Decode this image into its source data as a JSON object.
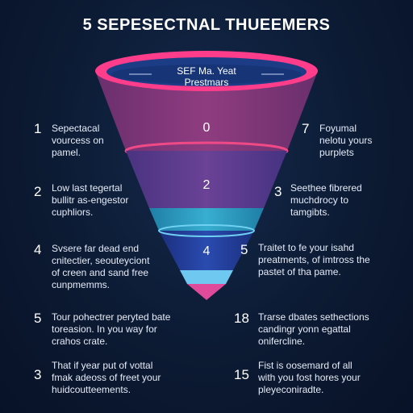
{
  "title": "5 SEPESECTNAL THUEEMERS",
  "rim": {
    "line1": "SEF Ma. Yeat",
    "line2": "Prestmars"
  },
  "center_numbers": [
    "0",
    "2",
    "4"
  ],
  "left_items": [
    {
      "num": "1",
      "lines": [
        "Sepectacal",
        "vourcess on",
        "pamel."
      ]
    },
    {
      "num": "2",
      "lines": [
        "Low last tegertal",
        "bullitr as-engestor",
        "cuphliors."
      ]
    },
    {
      "num": "4",
      "lines": [
        "Svsere far dead end",
        "cnitectier, seouteyciont",
        "of creen and sand free",
        "cunpmemms."
      ]
    },
    {
      "num": "5",
      "lines": [
        "Tour pohectrer peryted bate",
        "toreasion. In you way for",
        "crahos crate."
      ]
    },
    {
      "num": "3",
      "lines": [
        "That if year put of vottal",
        "fmak adeoss of freet your",
        "huidcoutteements."
      ]
    }
  ],
  "right_items": [
    {
      "num": "7",
      "lines": [
        "Foyumal",
        "nelotu yours",
        "purplets"
      ]
    },
    {
      "num": "3",
      "lines": [
        "Seethee fibrered",
        "muchdrocy to",
        "tamgibts."
      ]
    },
    {
      "num": "5",
      "lines": [
        "Traitet to fe your isahd",
        "preatments, of imtross the",
        "pastet of tha pame."
      ]
    },
    {
      "num": "18",
      "lines": [
        "Trarse dbates sethections",
        "candingr yonn egattal",
        "onifercline."
      ]
    },
    {
      "num": "15",
      "lines": [
        "Fist is oosemard of all",
        "with you fost hores your",
        "pleyeconiradte."
      ]
    }
  ],
  "colors": {
    "rim": "#ff3d8b",
    "band_top": "#8a3a7c",
    "band_mid": "#5b3d8c",
    "band_teal": "#2f9cc0",
    "band_blue": "#233f98",
    "band_light": "#6fc8f0",
    "tip": "#e04a9a"
  }
}
